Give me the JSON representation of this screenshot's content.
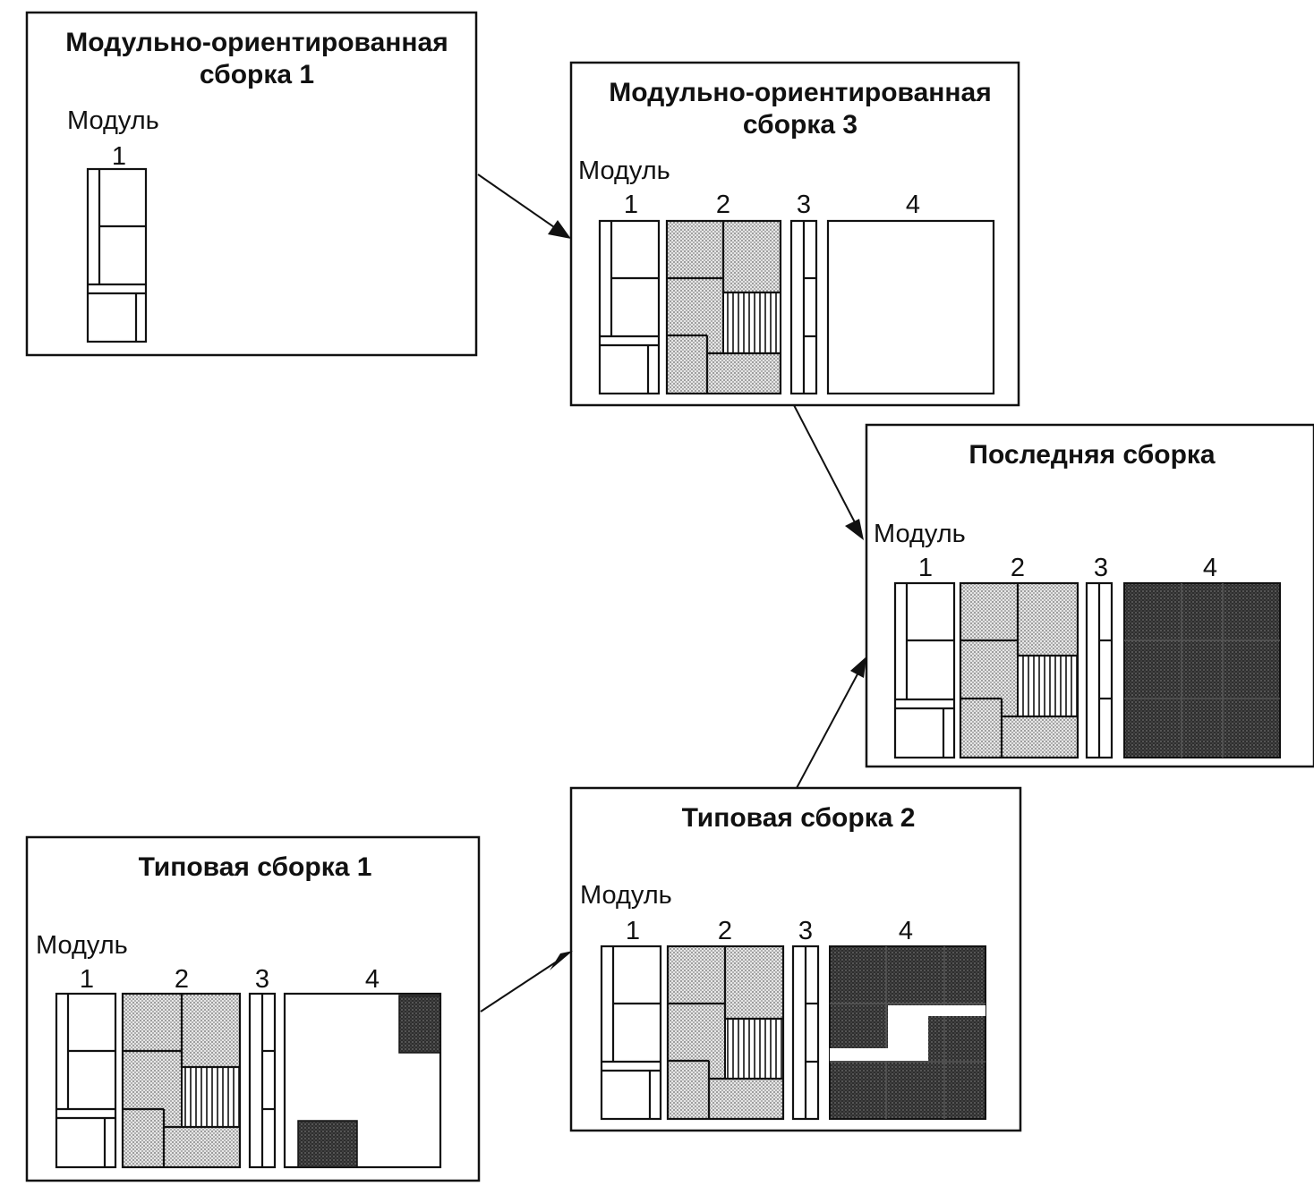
{
  "module_label": "Модуль",
  "module_numbers": [
    "1",
    "2",
    "3",
    "4"
  ],
  "colors": {
    "stroke": "#111111",
    "light": "#d4d4d4",
    "dark": "#3a3a3a",
    "background": "#ffffff"
  },
  "boxes": [
    {
      "id": "modular-1",
      "title_line1": "Модульно-ориентированная",
      "title_line2": "сборка 1"
    },
    {
      "id": "modular-3",
      "title_line1": "Модульно-ориентированная",
      "title_line2": "сборка 3"
    },
    {
      "id": "final",
      "title_line1": "Последняя сборка"
    },
    {
      "id": "typical-1",
      "title_line1": "Типовая сборка 1"
    },
    {
      "id": "typical-2",
      "title_line1": "Типовая сборка 2"
    }
  ]
}
